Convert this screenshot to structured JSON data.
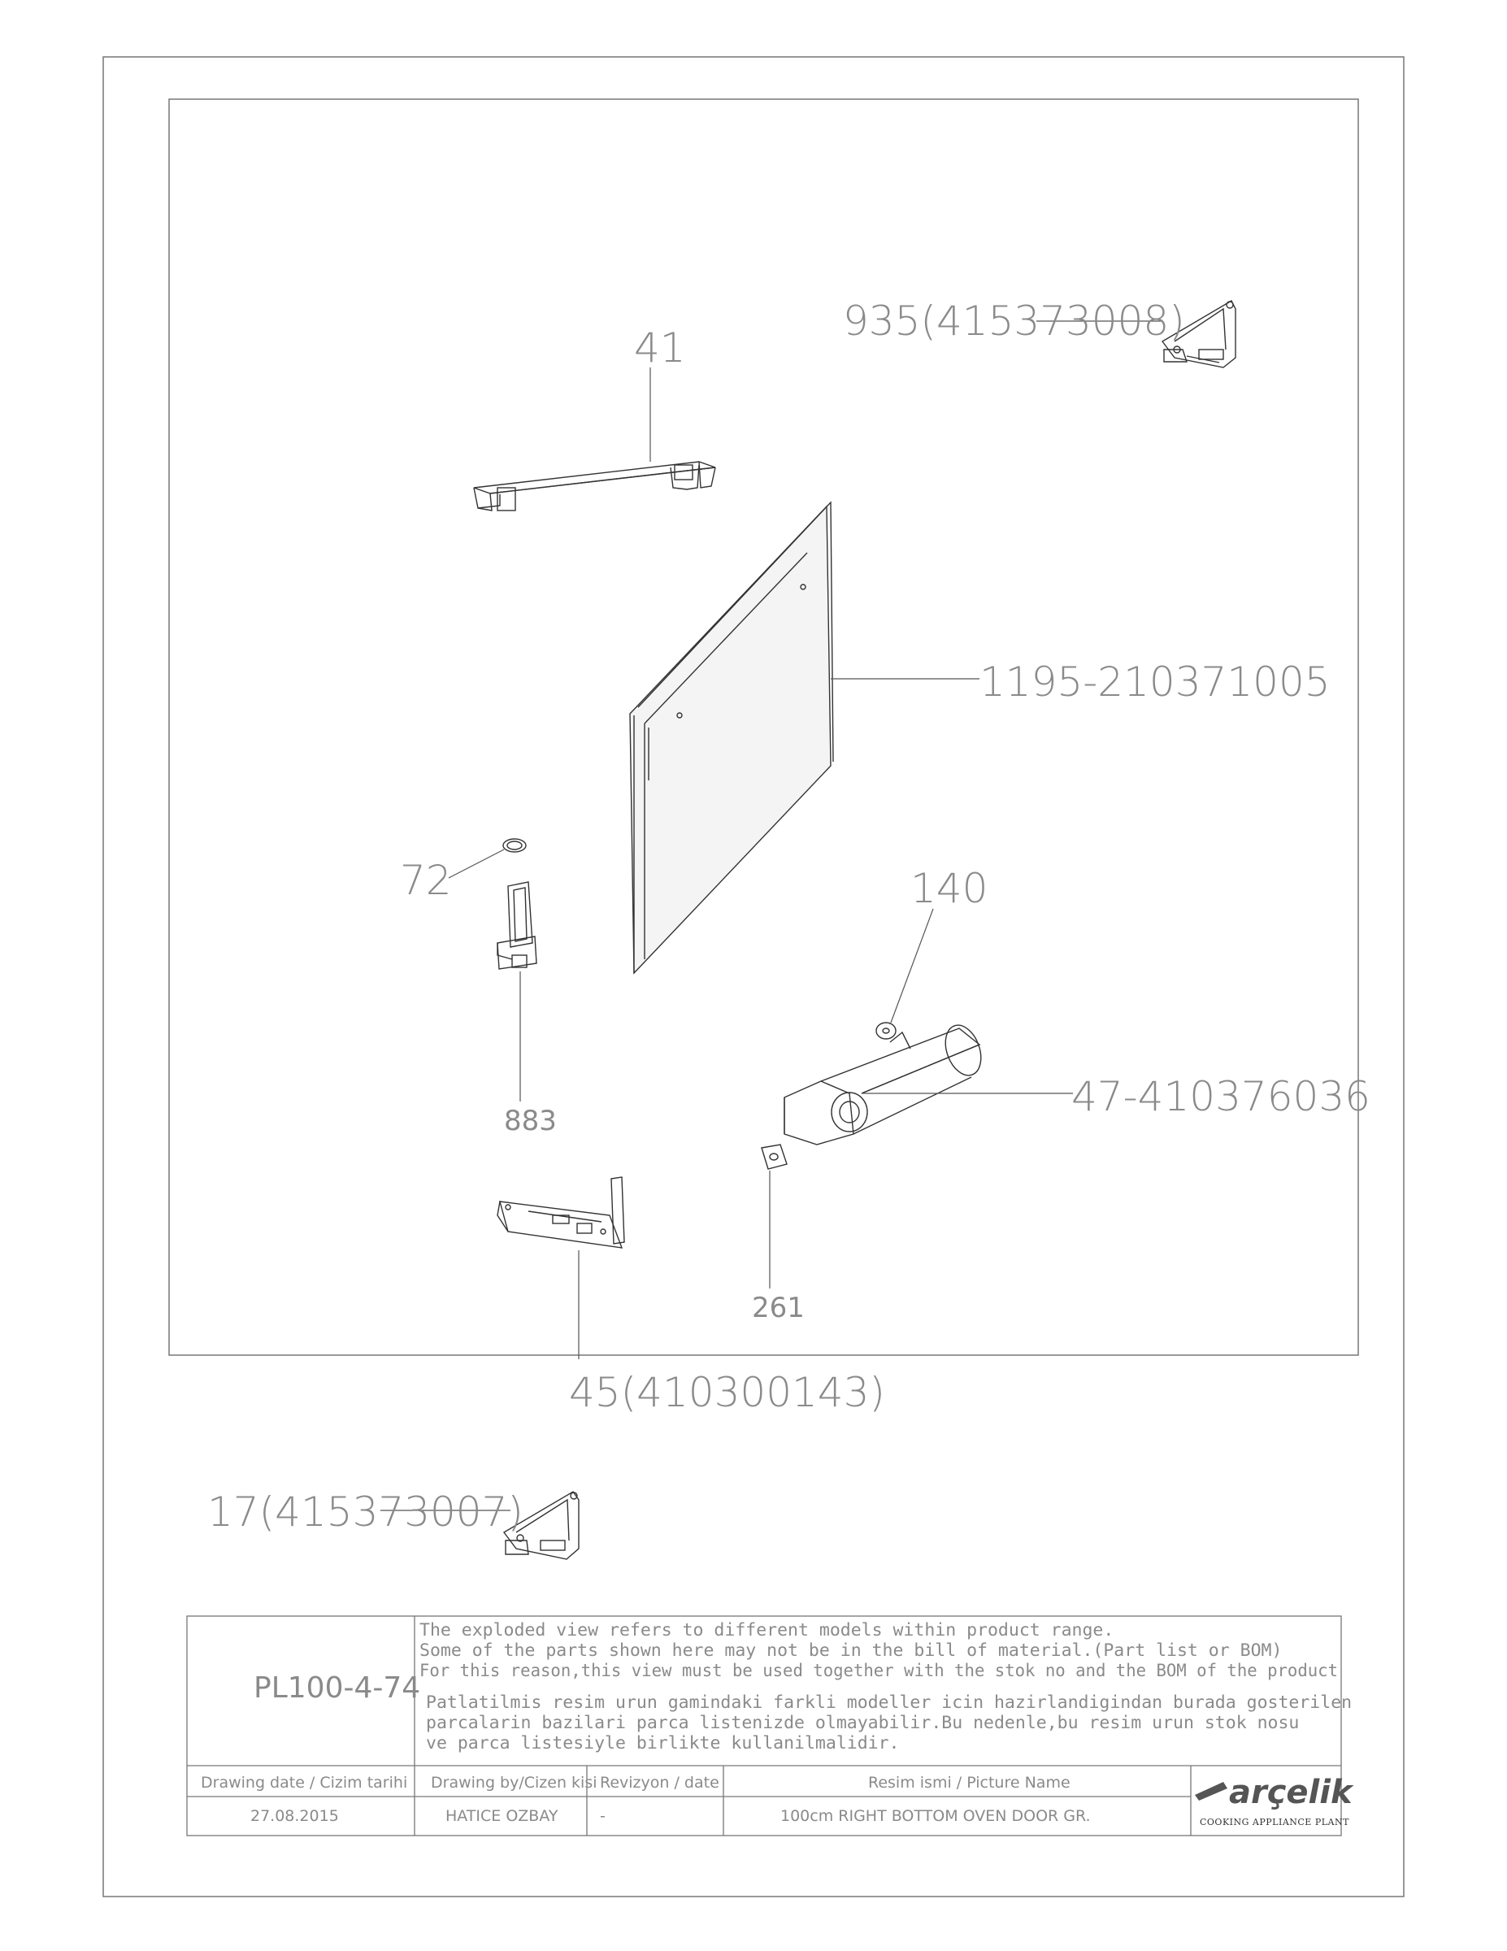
{
  "labels": {
    "p935": "935(415373008)",
    "p41": "41",
    "p1195": "1195-210371005",
    "p72": "72",
    "p140": "140",
    "p883": "883",
    "p47": "47-410376036",
    "p261": "261",
    "p45": "45(410300143)",
    "p17": "17(415373007)"
  },
  "title_block": {
    "code": "PL100-4-74",
    "notes_en": [
      "The exploded view refers to different models within product range.",
      "Some of the parts shown here may not be in the bill of material.(Part list or BOM)",
      "For this reason,this view must be used together with the stok no and the BOM of the product"
    ],
    "notes_tr": [
      "Patlatilmis resim urun gamindaki farkli modeller icin hazirlandigindan burada gosterilen",
      "parcalarin bazilari parca listenizde olmayabilir.Bu nedenle,bu resim urun stok nosu",
      "ve parca listesiyle birlikte kullanilmalidir."
    ],
    "headers": {
      "date": "Drawing date / Cizim tarihi",
      "by": "Drawing by/Cizen kisi",
      "rev": "Revizyon / date",
      "name": "Resim ismi / Picture Name"
    },
    "values": {
      "date": "27.08.2015",
      "by": "HATICE OZBAY",
      "rev": "-",
      "name": "100cm RIGHT BOTTOM OVEN DOOR GR."
    },
    "brand": "arçelik",
    "brand_sub": "COOKING APPLIANCE PLANT"
  }
}
